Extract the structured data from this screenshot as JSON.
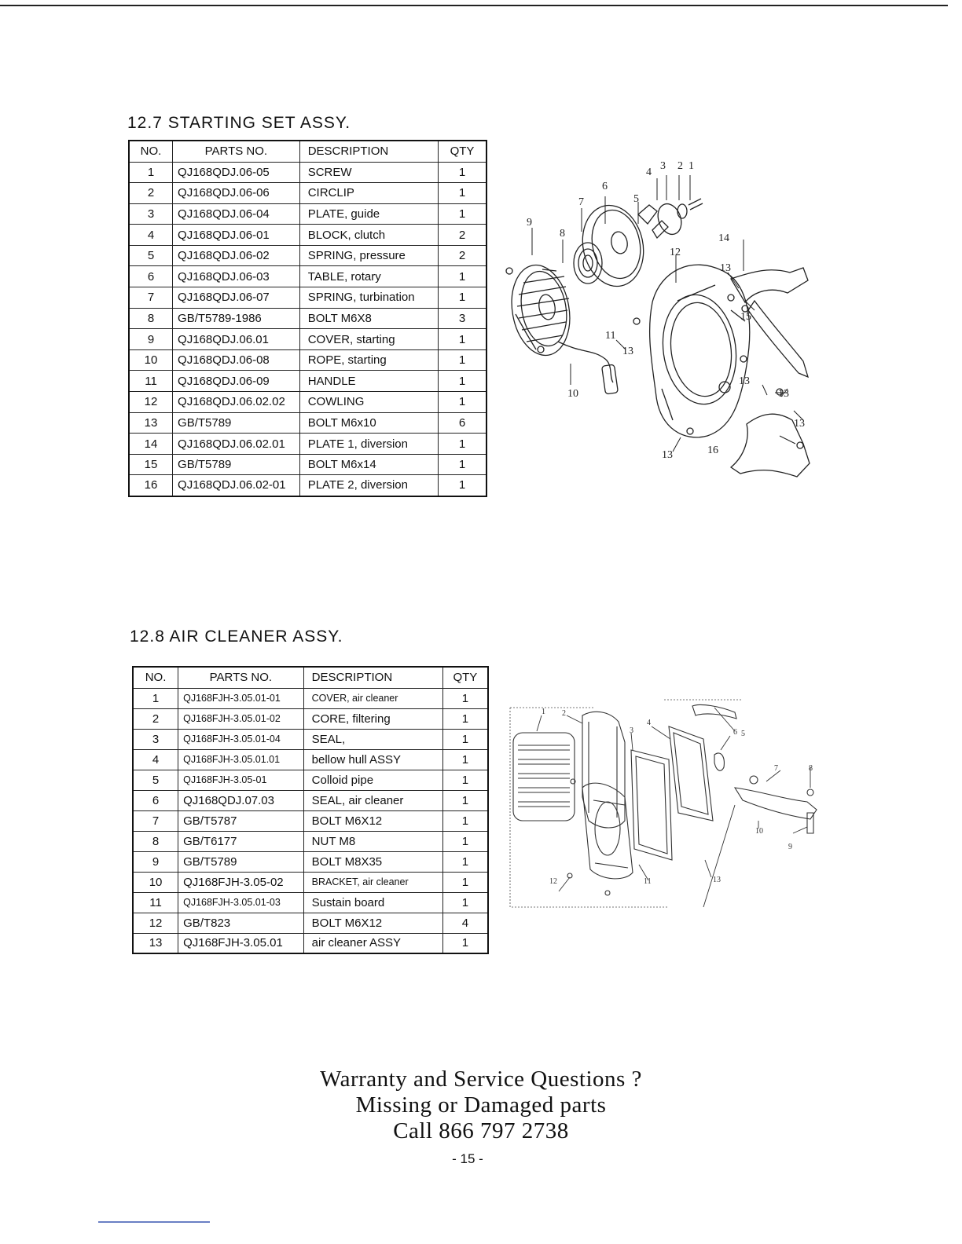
{
  "section1": {
    "title": "12.7 STARTING SET ASSY.",
    "headers": [
      "NO.",
      "PARTS NO.",
      "DESCRIPTION",
      "QTY"
    ],
    "rows": [
      [
        "1",
        "QJ168QDJ.06-05",
        "SCREW",
        "1"
      ],
      [
        "2",
        "QJ168QDJ.06-06",
        "CIRCLIP",
        "1"
      ],
      [
        "3",
        "QJ168QDJ.06-04",
        "PLATE, guide",
        "1"
      ],
      [
        "4",
        "QJ168QDJ.06-01",
        "BLOCK, clutch",
        "2"
      ],
      [
        "5",
        "QJ168QDJ.06-02",
        "SPRING, pressure",
        "2"
      ],
      [
        "6",
        "QJ168QDJ.06-03",
        "TABLE, rotary",
        "1"
      ],
      [
        "7",
        "QJ168QDJ.06-07",
        "SPRING,  turbination",
        "1"
      ],
      [
        "8",
        "GB/T5789-1986",
        "BOLT   M6X8",
        "3"
      ],
      [
        "9",
        "QJ168QDJ.06.01",
        "COVER,   starting",
        "1"
      ],
      [
        "10",
        "QJ168QDJ.06-08",
        "ROPE, starting",
        "1"
      ],
      [
        "11",
        "QJ168QDJ.06-09",
        "HANDLE",
        "1"
      ],
      [
        "12",
        "QJ168QDJ.06.02.02",
        "COWLING",
        "1"
      ],
      [
        "13",
        "GB/T5789",
        "BOLT   M6x10",
        "6"
      ],
      [
        "14",
        "QJ168QDJ.06.02.01",
        "PLATE 1, diversion",
        "1"
      ],
      [
        "15",
        "GB/T5789",
        "BOLT   M6x14",
        "1"
      ],
      [
        "16",
        "QJ168QDJ.06.02-01",
        "PLATE 2, diversion",
        "1"
      ]
    ],
    "diagram_labels": [
      "1",
      "2",
      "3",
      "4",
      "5",
      "6",
      "7",
      "8",
      "9",
      "10",
      "11",
      "12",
      "13",
      "13",
      "13",
      "13",
      "13",
      "13",
      "14",
      "15",
      "16"
    ]
  },
  "section2": {
    "title": "12.8   AIR CLEANER ASSY.",
    "headers": [
      "NO.",
      "PARTS NO.",
      "DESCRIPTION",
      "QTY"
    ],
    "rows": [
      [
        "1",
        "QJ168FJH-3.05.01-01",
        "COVER, air cleaner",
        "1"
      ],
      [
        "2",
        "QJ168FJH-3.05.01-02",
        "CORE, filtering",
        "1"
      ],
      [
        "3",
        "QJ168FJH-3.05.01-04",
        "SEAL,",
        "1"
      ],
      [
        "4",
        "QJ168FJH-3.05.01.01",
        "bellow hull ASSY",
        "1"
      ],
      [
        "5",
        "QJ168FJH-3.05-01",
        "Colloid pipe",
        "1"
      ],
      [
        "6",
        "QJ168QDJ.07.03",
        "SEAL, air cleaner",
        "1"
      ],
      [
        "7",
        "GB/T5787",
        "BOLT   M6X12",
        "1"
      ],
      [
        "8",
        "GB/T6177",
        "NUT   M8",
        "1"
      ],
      [
        "9",
        "GB/T5789",
        "BOLT   M8X35",
        "1"
      ],
      [
        "10",
        "QJ168FJH-3.05-02",
        "BRACKET, air cleaner",
        "1"
      ],
      [
        "11",
        "QJ168FJH-3.05.01-03",
        "Sustain board",
        "1"
      ],
      [
        "12",
        "GB/T823",
        "BOLT   M6X12",
        "4"
      ],
      [
        "13",
        "QJ168FJH-3.05.01",
        "air cleaner ASSY",
        "1"
      ]
    ],
    "diagram_labels": [
      "1",
      "2",
      "3",
      "4",
      "5",
      "6",
      "7",
      "8",
      "9",
      "10",
      "11",
      "12",
      "13"
    ]
  },
  "footer": {
    "line1": "Warranty and Service Questions ?",
    "line2": "Missing or Damaged parts",
    "line3": "Call 866 797 2738",
    "page_number": "- 15 -"
  }
}
